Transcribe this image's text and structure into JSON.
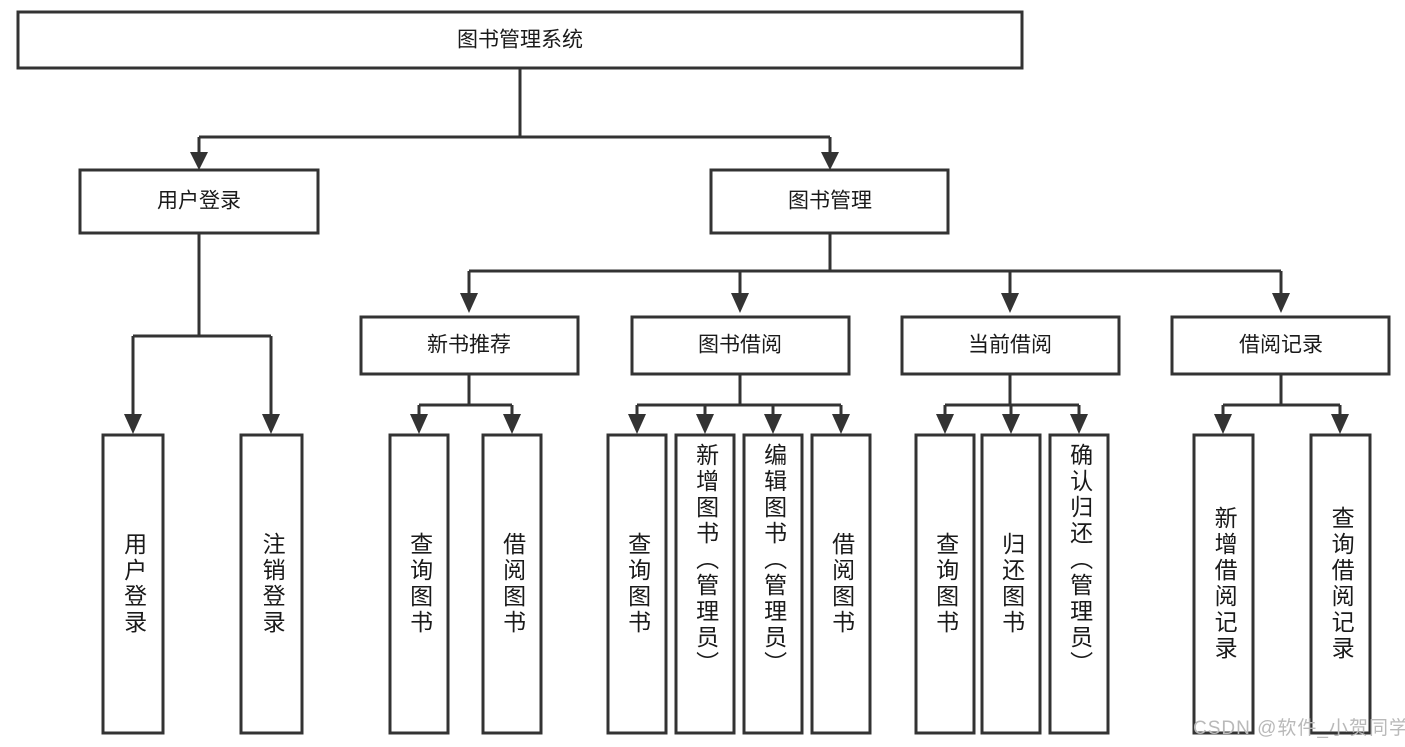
{
  "diagram": {
    "type": "tree-hierarchy",
    "title_node": {
      "label": "图书管理系统"
    },
    "level2": [
      {
        "label": "用户登录"
      },
      {
        "label": "图书管理"
      }
    ],
    "level3": [
      {
        "label": "新书推荐"
      },
      {
        "label": "图书借阅"
      },
      {
        "label": "当前借阅"
      },
      {
        "label": "借阅记录"
      }
    ],
    "leaves": {
      "user_login": [
        {
          "label": "用户登录"
        },
        {
          "label": "注销登录"
        }
      ],
      "new_book_recommend": [
        {
          "label": "查询图书"
        },
        {
          "label": "借阅图书"
        }
      ],
      "book_borrow": [
        {
          "label": "查询图书"
        },
        {
          "label": "新增图书（管理员）"
        },
        {
          "label": "编辑图书（管理员）"
        },
        {
          "label": "借阅图书"
        }
      ],
      "current_borrow": [
        {
          "label": "查询图书"
        },
        {
          "label": "归还图书"
        },
        {
          "label": "确认归还（管理员）"
        }
      ],
      "borrow_record": [
        {
          "label": "新增借阅记录"
        },
        {
          "label": "查询借阅记录"
        }
      ]
    }
  },
  "watermark": {
    "text": "CSDN @软件_小贺同学"
  },
  "colors": {
    "stroke": "#333333",
    "fill": "#ffffff",
    "text": "#1a1a1a",
    "watermark": "#b9b9b9"
  }
}
